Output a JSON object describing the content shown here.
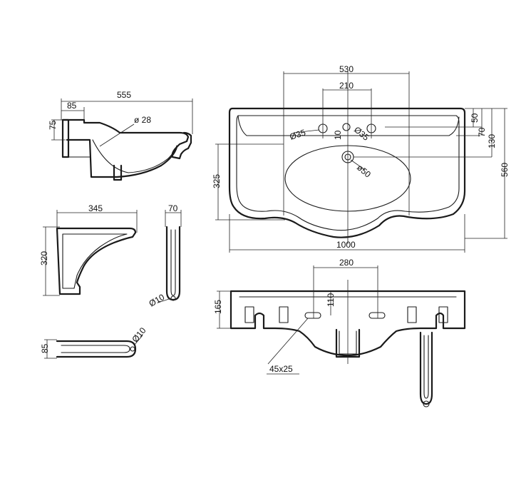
{
  "drawing": {
    "side_view": {
      "width": "555",
      "rim": "85",
      "rim_height": "75",
      "drain": "ø 28"
    },
    "top_view": {
      "tap_span": "530",
      "hole_spacing": "210",
      "side_hole": "Ø35",
      "center_hole": "Ø35",
      "hole_offset": "10",
      "rim_depth": "50",
      "tap_depth": "70",
      "drain_depth": "130",
      "bowl_depth": "325",
      "total_depth": "560",
      "drain_hole": "ø50",
      "total_width": "1000"
    },
    "bracket_side": {
      "width": "345",
      "height": "320"
    },
    "bracket_front": {
      "width": "70",
      "rod": "Ø10"
    },
    "bracket_bottom": {
      "height": "85",
      "rod": "Ø10"
    },
    "front_view": {
      "slot_spacing": "280",
      "slot_height": "110",
      "height": "165",
      "slot_size": "45x25"
    }
  }
}
